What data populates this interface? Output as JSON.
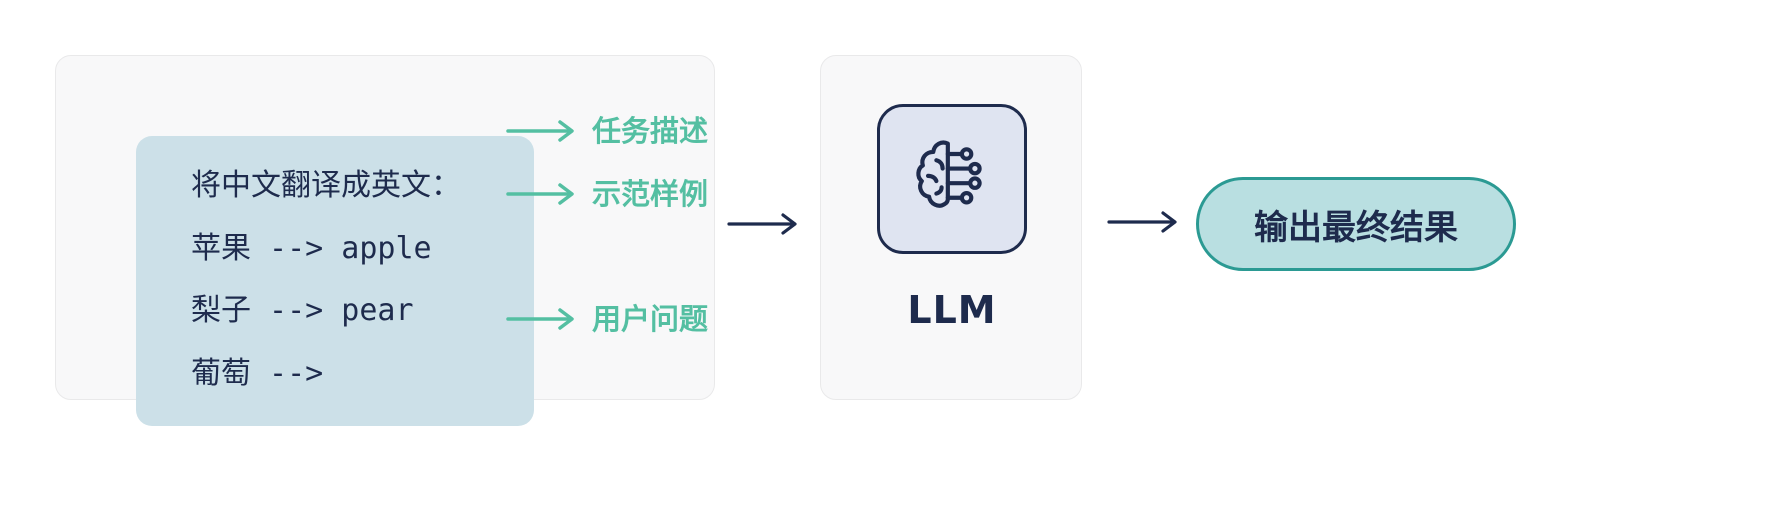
{
  "prompt_panel": {
    "lines": [
      {
        "text": "将中文翻译成英文："
      },
      {
        "text": "苹果 --> apple"
      },
      {
        "text": "梨子 --> pear"
      },
      {
        "text": "葡萄 -->"
      }
    ],
    "annotations": [
      {
        "label": "任务描述"
      },
      {
        "label": "示范样例"
      },
      {
        "label": "用户问题"
      }
    ]
  },
  "llm_node": {
    "label": "LLM",
    "icon": "brain-circuit-icon"
  },
  "output_node": {
    "label": "输出最终结果"
  },
  "icons": {
    "flow_arrow": "arrow-right-icon",
    "annotation_arrow": "arrow-right-icon"
  },
  "colors": {
    "text_navy": "#1e2b4d",
    "annotation_green": "#54bfa2",
    "prompt_box_bg": "#cce0e8",
    "panel_bg": "#f8f8f9",
    "panel_border": "#e9e9ea",
    "llm_icon_box_bg": "#dfe4f1",
    "output_pill_bg": "#b9dfe1",
    "output_pill_border": "#2b9a93"
  }
}
